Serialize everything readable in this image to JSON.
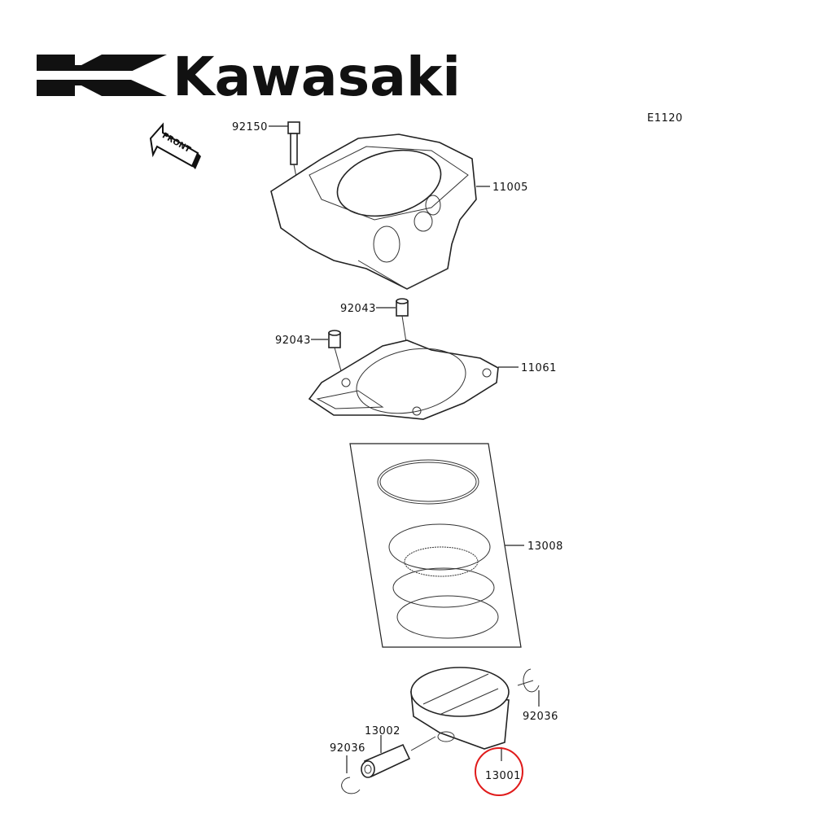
{
  "brand": {
    "name": "Kawasaki"
  },
  "diagram": {
    "code": "E1120",
    "front_arrow": "FRONT",
    "highlight_color": "#e01b1b",
    "parts": [
      {
        "id": "92150"
      },
      {
        "id": "11005"
      },
      {
        "id": "92043"
      },
      {
        "id": "92043"
      },
      {
        "id": "11061"
      },
      {
        "id": "13008"
      },
      {
        "id": "92036"
      },
      {
        "id": "13002"
      },
      {
        "id": "92036"
      },
      {
        "id": "13001",
        "highlighted": true
      }
    ]
  }
}
